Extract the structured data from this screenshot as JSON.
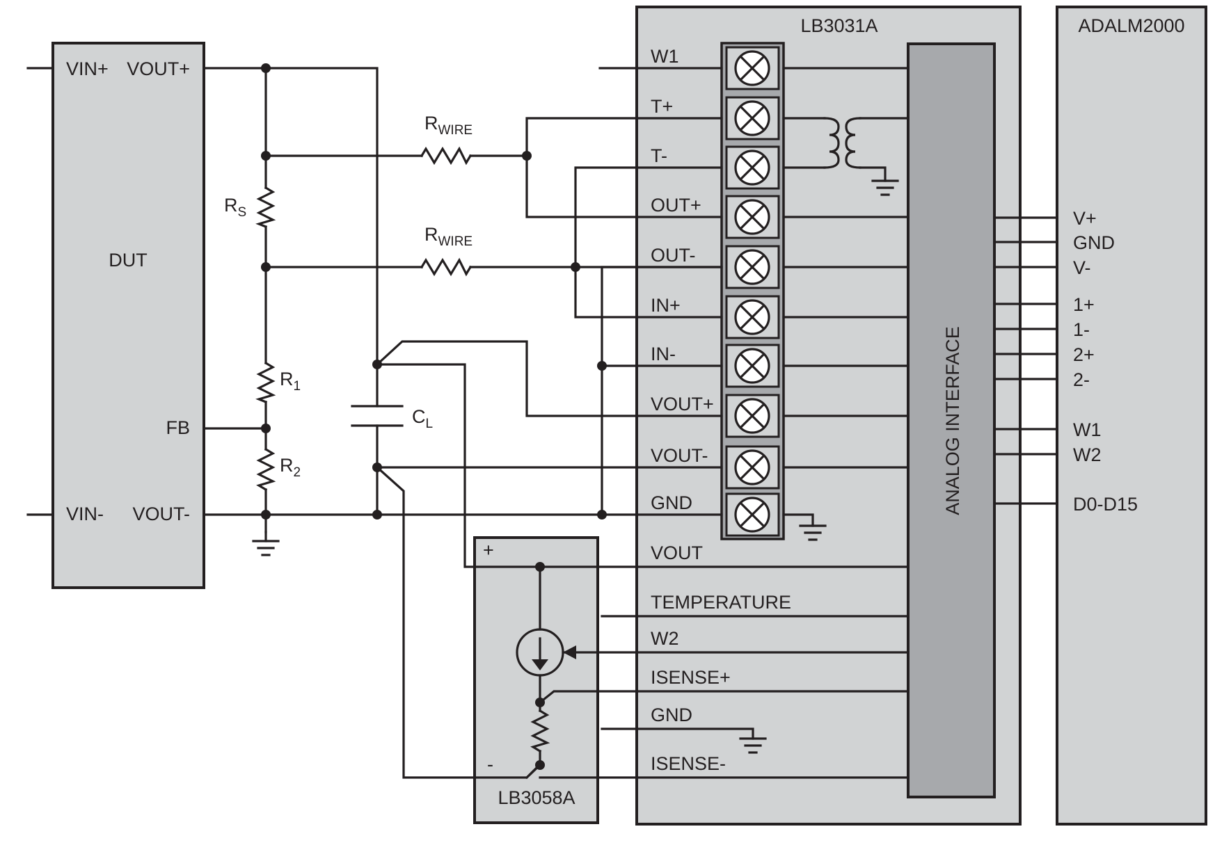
{
  "blocks": {
    "dut": "DUT",
    "lb3031a": "LB3031A",
    "adalm2000": "ADALM2000",
    "lb3058a": "LB3058A",
    "analog_interface": "ANALOG INTERFACE"
  },
  "dut_pins": {
    "vin_plus": "VIN+",
    "vout_plus": "VOUT+",
    "fb": "FB",
    "vin_minus": "VIN-",
    "vout_minus": "VOUT-"
  },
  "components": {
    "rwire_top": {
      "main": "R",
      "sub": "WIRE"
    },
    "rwire_bottom": {
      "main": "R",
      "sub": "WIRE"
    },
    "rs": {
      "main": "R",
      "sub": "S"
    },
    "r1": {
      "main": "R",
      "sub": "1"
    },
    "r2": {
      "main": "R",
      "sub": "2"
    },
    "cl": {
      "main": "C",
      "sub": "L"
    }
  },
  "terminal_labels": [
    "W1",
    "T+",
    "T-",
    "OUT+",
    "OUT-",
    "IN+",
    "IN-",
    "VOUT+",
    "VOUT-",
    "GND"
  ],
  "lb3031a_lower_labels": [
    "VOUT",
    "TEMPERATURE",
    "W2",
    "ISENSE+",
    "GND",
    "ISENSE-"
  ],
  "adalm_pins": [
    "V+",
    "GND",
    "V-",
    "1+",
    "1-",
    "2+",
    "2-",
    "W1",
    "W2",
    "D0-D15"
  ],
  "lb3058a_marks": {
    "plus": "+",
    "minus": "-"
  }
}
